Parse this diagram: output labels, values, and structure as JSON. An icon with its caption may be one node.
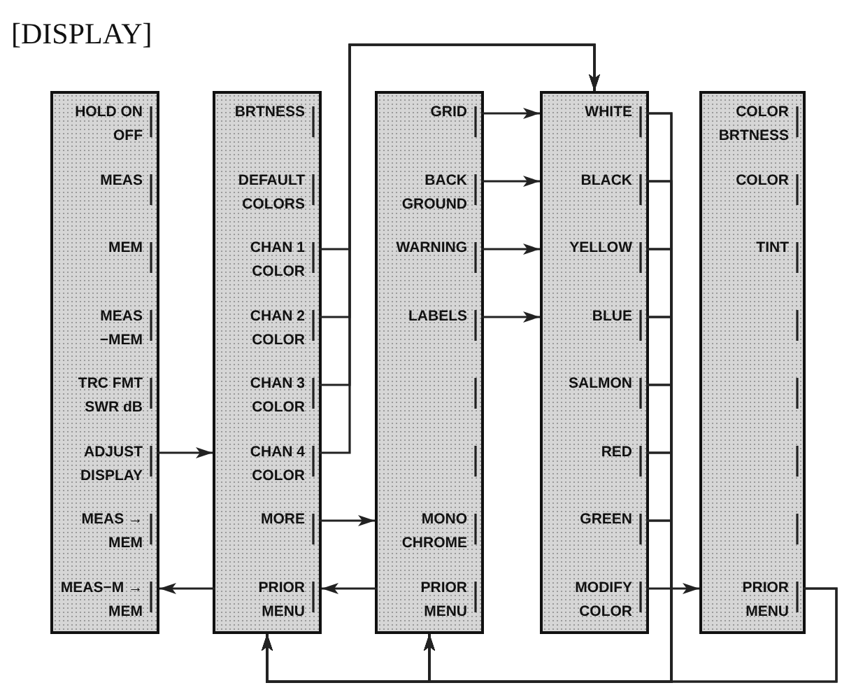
{
  "diagram": {
    "title": "[DISPLAY]",
    "nodes": [
      {
        "text": [],
        "shape": "box"
      },
      {
        "text": [
          "HOLD ON OFF"
        ],
        "in": 0
      },
      {
        "text": [
          "MEAS"
        ],
        "in": 0
      },
      {
        "text": [
          "MEM"
        ],
        "in": 0
      },
      {
        "text": [
          "MEAS −MEM"
        ],
        "in": 0
      },
      {
        "text": [
          "TRC FMT SWR dB"
        ],
        "in": 0
      },
      {
        "text": [
          "ADJUST DISPLAY"
        ],
        "in": 0
      },
      {
        "text": [
          "MEAS → MEM"
        ],
        "in": 0
      },
      {
        "text": [
          "MEAS−M → MEM"
        ],
        "in": 0
      },
      {
        "text": [],
        "shape": "box"
      },
      {
        "text": [
          "BRTNESS"
        ],
        "in": 9
      },
      {
        "text": [
          "DEFAULT COLORS"
        ],
        "in": 9
      },
      {
        "text": [
          "CHAN 1 COLOR"
        ],
        "in": 9
      },
      {
        "text": [
          "CHAN 2 COLOR"
        ],
        "in": 9
      },
      {
        "text": [
          "CHAN 3 COLOR"
        ],
        "in": 9
      },
      {
        "text": [
          "CHAN 4 COLOR"
        ],
        "in": 9
      },
      {
        "text": [
          "MORE"
        ],
        "in": 9
      },
      {
        "text": [
          "PRIOR MENU"
        ],
        "in": 9
      },
      {
        "text": [],
        "shape": "box"
      },
      {
        "text": [
          "GRID"
        ],
        "in": 18
      },
      {
        "text": [
          "BACK GROUND"
        ],
        "in": 18
      },
      {
        "text": [
          "WARNING"
        ],
        "in": 18
      },
      {
        "text": [
          "LABELS"
        ],
        "in": 18
      },
      {
        "text": [
          "MONO CHROME"
        ],
        "in": 18
      },
      {
        "text": [
          "PRIOR MENU"
        ],
        "in": 18
      },
      {
        "text": [],
        "shape": "box"
      },
      {
        "text": [
          "WHITE"
        ],
        "in": 25
      },
      {
        "text": [
          "BLACK"
        ],
        "in": 25
      },
      {
        "text": [
          "YELLOW"
        ],
        "in": 25
      },
      {
        "text": [
          "BLUE"
        ],
        "in": 25
      },
      {
        "text": [
          "SALMON"
        ],
        "in": 25
      },
      {
        "text": [
          "RED"
        ],
        "in": 25
      },
      {
        "text": [
          "GREEN"
        ],
        "in": 25
      },
      {
        "text": [
          "MODIFY COLOR"
        ],
        "in": 25
      },
      {
        "text": [],
        "shape": "box"
      },
      {
        "text": [
          "COLOR BRTNESS"
        ],
        "in": 34
      },
      {
        "text": [
          "COLOR"
        ],
        "in": 34
      },
      {
        "text": [
          "TINT"
        ],
        "in": 34
      },
      {
        "text": [
          "PRIOR MENU"
        ],
        "in": 34
      }
    ],
    "edges": [
      {
        "from": 6,
        "to": 9,
        "arrow": "to"
      },
      {
        "from": 12,
        "to": 25,
        "arrow": "to"
      },
      {
        "from": 13,
        "to": 25,
        "arrow": "to"
      },
      {
        "from": 14,
        "to": 25,
        "arrow": "to"
      },
      {
        "from": 15,
        "to": 25,
        "arrow": "to"
      },
      {
        "from": 16,
        "to": 18,
        "arrow": "to"
      },
      {
        "from": 17,
        "to": 0,
        "arrow": "to"
      },
      {
        "from": 19,
        "to": 25,
        "arrow": "to"
      },
      {
        "from": 20,
        "to": 25,
        "arrow": "to"
      },
      {
        "from": 21,
        "to": 25,
        "arrow": "to"
      },
      {
        "from": 22,
        "to": 25,
        "arrow": "to"
      },
      {
        "from": 24,
        "to": 9,
        "arrow": "to"
      },
      {
        "from": 33,
        "to": 34,
        "arrow": "to"
      },
      {
        "from": 26,
        "to": 9,
        "arrow": "to"
      },
      {
        "from": 26,
        "to": 18,
        "arrow": "to"
      },
      {
        "from": 27,
        "to": 9,
        "arrow": "to"
      },
      {
        "from": 27,
        "to": 18,
        "arrow": "to"
      },
      {
        "from": 28,
        "to": 9,
        "arrow": "to"
      },
      {
        "from": 28,
        "to": 18,
        "arrow": "to"
      },
      {
        "from": 29,
        "to": 9,
        "arrow": "to"
      },
      {
        "from": 29,
        "to": 18,
        "arrow": "to"
      },
      {
        "from": 30,
        "to": 9,
        "arrow": "to"
      },
      {
        "from": 30,
        "to": 18,
        "arrow": "to"
      },
      {
        "from": 31,
        "to": 9,
        "arrow": "to"
      },
      {
        "from": 31,
        "to": 18,
        "arrow": "to"
      },
      {
        "from": 32,
        "to": 9,
        "arrow": "to"
      },
      {
        "from": 32,
        "to": 18,
        "arrow": "to"
      },
      {
        "from": 38,
        "to": 9,
        "arrow": "to"
      },
      {
        "from": 38,
        "to": 18,
        "arrow": "to"
      }
    ]
  }
}
